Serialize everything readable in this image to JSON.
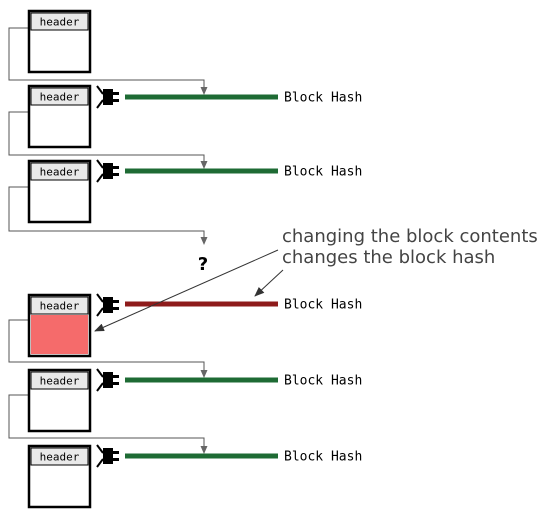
{
  "colors": {
    "valid_hash": "#1e6b34",
    "changed_hash": "#8e1b1b",
    "changed_block": "#f56b6b",
    "header_fill": "#e9e9e9",
    "connector": "#555555",
    "annotation": "#444444"
  },
  "blocks": [
    {
      "header": "header",
      "hash_label": "",
      "status": "genesis"
    },
    {
      "header": "header",
      "hash_label": "Block Hash",
      "status": "valid"
    },
    {
      "header": "header",
      "hash_label": "Block Hash",
      "status": "valid"
    },
    {
      "header": "header",
      "hash_label": "Block Hash",
      "status": "changed"
    },
    {
      "header": "header",
      "hash_label": "Block Hash",
      "status": "valid"
    },
    {
      "header": "header",
      "hash_label": "Block Hash",
      "status": "valid"
    }
  ],
  "gap_marker": "?",
  "annotation": {
    "line1": "changing the block contents",
    "line2": "changes the block hash"
  }
}
